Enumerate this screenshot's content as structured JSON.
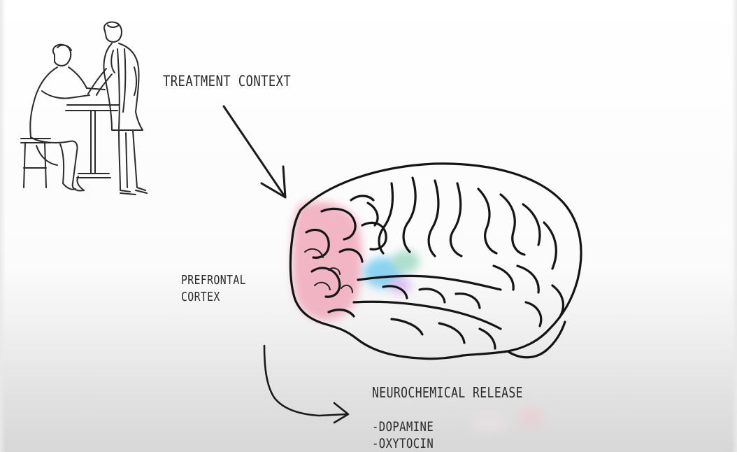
{
  "diagram": {
    "labels": {
      "treatment_context": "TREATMENT CONTEXT",
      "prefrontal_cortex_line1": "PREFRONTAL",
      "prefrontal_cortex_line2": "CORTEX",
      "neurochemical_release": "NEUROCHEMICAL RELEASE"
    },
    "neurochemicals": [
      "-DOPAMINE",
      "-OXYTOCIN"
    ],
    "illustrations": {
      "scene": "doctor-patient-icon",
      "brain": "brain-icon"
    },
    "colors": {
      "prefrontal_highlight": "#f0a9bb",
      "blue_region": "#7fcff0",
      "green_region": "#a6dcc6",
      "purple_region": "#dcb8f0",
      "ink": "#1a1a1a"
    }
  }
}
